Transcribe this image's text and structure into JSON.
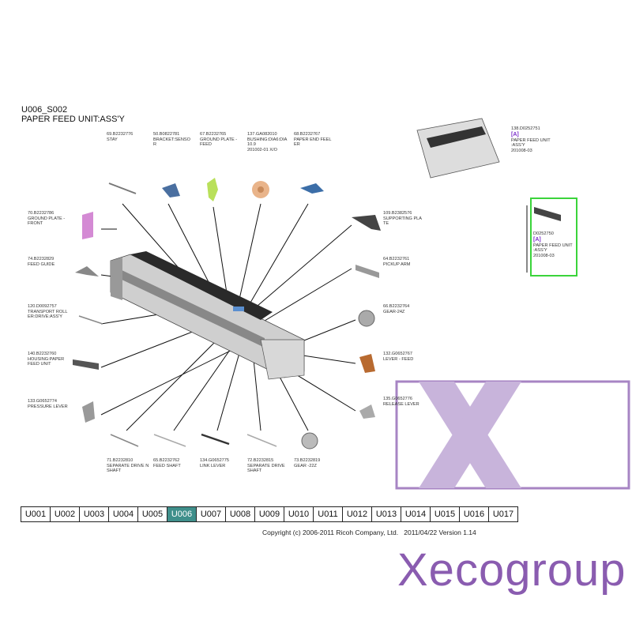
{
  "header": {
    "code": "U006_S002",
    "title": "PAPER FEED UNIT:ASS'Y"
  },
  "parts": {
    "p69": {
      "num": "69.B2232776",
      "name": "STAY"
    },
    "p50": {
      "num": "50.B0822781",
      "name": "BRACKET:SENSO R"
    },
    "p67": {
      "num": "67.B2232765",
      "name": "GROUND PLATE - FEED"
    },
    "p137": {
      "num": "137.GA082010",
      "name": "BUSHING:DIA6:DIA 10.9",
      "extra": "201002-01 X/O"
    },
    "p68": {
      "num": "68.B2232767",
      "name": "PAPER END FEEL ER"
    },
    "p70": {
      "num": "70.B2232786",
      "name": "GROUND PLATE - FRONT"
    },
    "p74": {
      "num": "74.B2232829",
      "name": "FEED GUIDE"
    },
    "p120": {
      "num": "120.D0092757",
      "name": "TRANSPORT ROLL ER:DRIVE:ASS'Y"
    },
    "p140": {
      "num": "140.B2232760",
      "name": "HOUSING:PAPER FEED UNIT"
    },
    "p133": {
      "num": "133.G0652774",
      "name": "PRESSURE LEVER"
    },
    "p109": {
      "num": "109.B2382576",
      "name": "SUPPORTING PLA TE"
    },
    "p64": {
      "num": "64.B2232761",
      "name": "PICKUP ARM"
    },
    "p66": {
      "num": "66.B2232764",
      "name": "GEAR-24Z"
    },
    "p132": {
      "num": "132.G0652767",
      "name": "LEVER - FEED"
    },
    "p135": {
      "num": "135.G0652776",
      "name": "RELEASE LEVER"
    },
    "p71": {
      "num": "71.B2232810",
      "name": "SEPARATE DRIVE N SHAFT"
    },
    "p65": {
      "num": "65.B2232762",
      "name": "FEED SHAFT"
    },
    "p134": {
      "num": "134.G0652775",
      "name": "LINK LEVER"
    },
    "p72": {
      "num": "72.B2232815",
      "name": "SEPARATE DRIVE SHAFT"
    },
    "p73": {
      "num": "73.B2232819",
      "name": "GEAR -22Z"
    },
    "p138": {
      "num": "138.D0252751",
      "rev": "[A]",
      "name": "PAPER FEED UNIT :ASS'Y",
      "date": "201008-03"
    },
    "assy": {
      "num": "D0252750",
      "rev": "[A]",
      "name": "PAPER FEED UNIT :ASS'Y",
      "date": "201008-03"
    }
  },
  "nav": {
    "tabs": [
      "U001",
      "U002",
      "U003",
      "U004",
      "U005",
      "U006",
      "U007",
      "U008",
      "U009",
      "U010",
      "U011",
      "U012",
      "U013",
      "U014",
      "U015",
      "U016",
      "U017"
    ],
    "active": "U006"
  },
  "footer": {
    "copyright": "Copyright (c) 2006-2011 Ricoh Company, Ltd.",
    "version": "2011/04/22 Version 1.14"
  },
  "watermark": {
    "text": "Xecogroup"
  },
  "colors": {
    "active_tab": "#3f8f8b",
    "highlight": "#3ad43a",
    "watermark": "#8a5cb0"
  }
}
